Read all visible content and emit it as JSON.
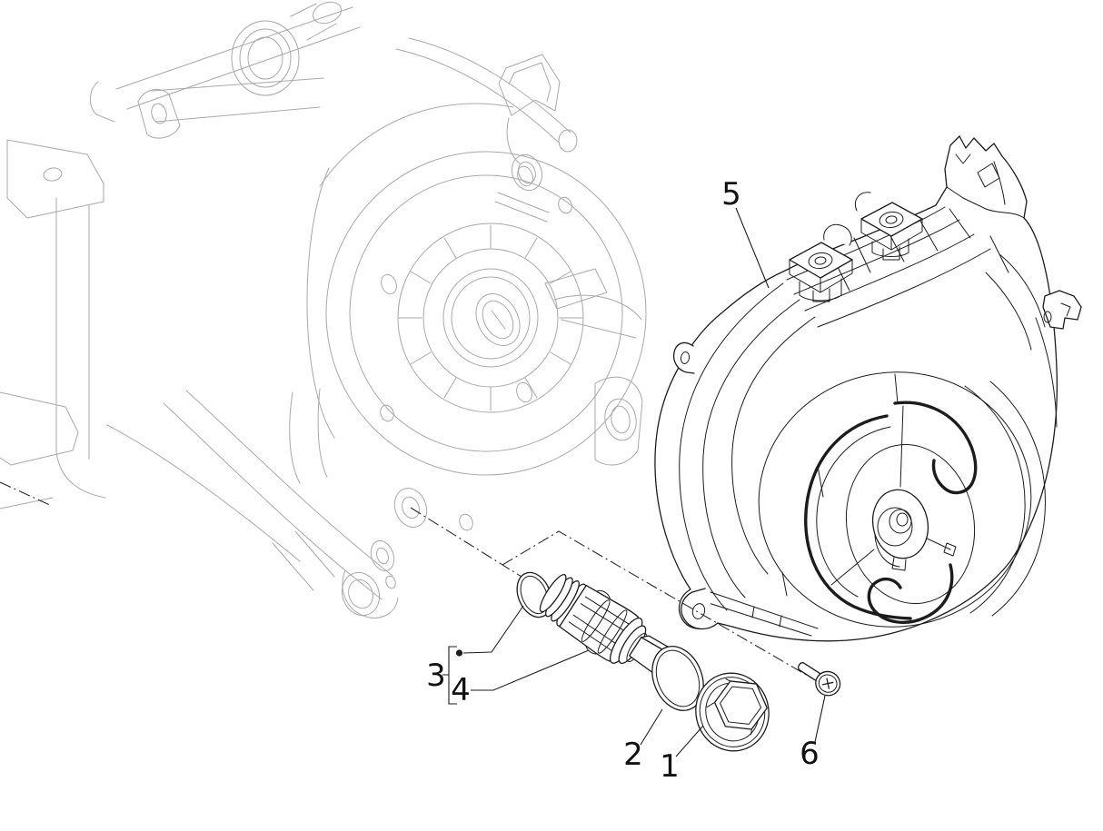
{
  "figure": {
    "background_color": "#ffffff",
    "primary_line_color": "#1c1c1c",
    "secondary_line_color": "#a9a9a9",
    "callouts": [
      {
        "label": "1",
        "part": "hex-flange-plug"
      },
      {
        "label": "2",
        "part": "o-ring-large"
      },
      {
        "label": "3",
        "part": "group-with-small-o-ring"
      },
      {
        "label": "4",
        "part": "oil-strainer-filter"
      },
      {
        "label": "5",
        "part": "flywheel-magneto-cover"
      },
      {
        "label": "6",
        "part": "pan-head-screw"
      }
    ]
  }
}
